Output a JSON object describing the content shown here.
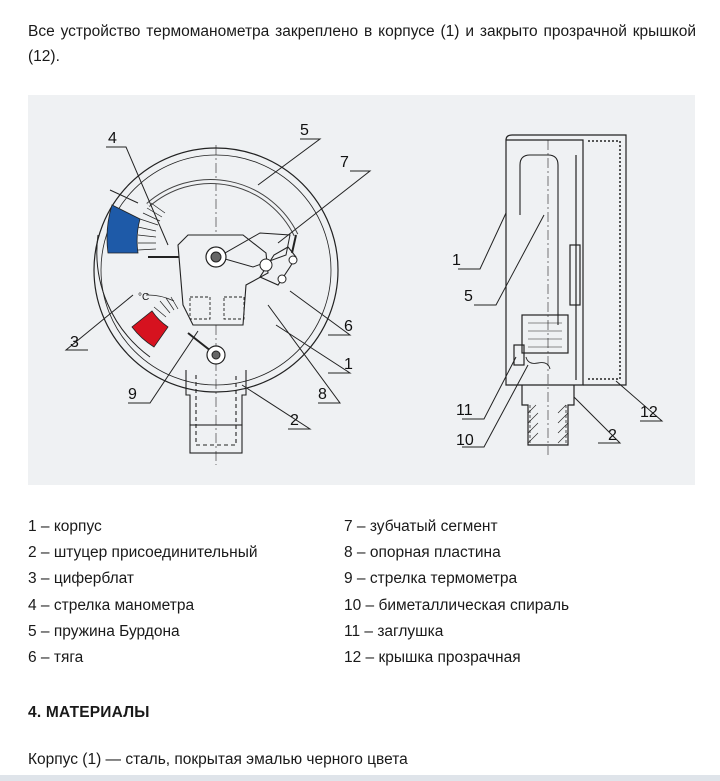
{
  "intro": {
    "text": "Все устройство термоманометра закреплено в корпусе (1) и закрыто прозрачной крышкой (12)."
  },
  "figure": {
    "unit_label": "°C",
    "callouts_front": [
      "4",
      "5",
      "7",
      "3",
      "6",
      "1",
      "9",
      "8",
      "2"
    ],
    "callouts_side": [
      "1",
      "5",
      "11",
      "10",
      "12",
      "2"
    ]
  },
  "legend": {
    "left": [
      "1 – корпус",
      "2 – штуцер присоединительный",
      "3 – циферблат",
      "4 – стрелка манометра",
      "5 – пружина Бурдона",
      "6 – тяга"
    ],
    "right": [
      "7 – зубчатый сегмент",
      "8 – опорная пластина",
      "9 – стрелка термометра",
      "10 – биметаллическая спираль",
      "11 – заглушка",
      "12 – крышка прозрачная"
    ]
  },
  "section": {
    "heading": "4. МАТЕРИАЛЫ",
    "materials_line": "Корпус (1) — сталь, покрытая эмалью черного цвета"
  },
  "colors": {
    "accent_blue": "#1e5aa8",
    "accent_red": "#d6121f",
    "figure_background": "#eff1f3"
  }
}
